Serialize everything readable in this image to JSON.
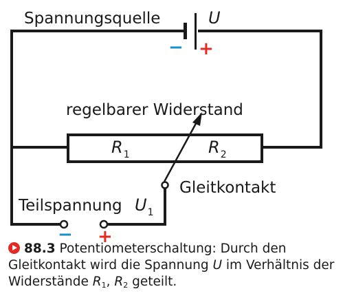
{
  "diagram": {
    "source_label": "Spannungsquelle",
    "source_symbol": "U",
    "minus_sign": "−",
    "plus_sign": "+",
    "resistor_title": "regelbarer Widerstand",
    "r1_symbol": "R",
    "r1_subscript": "1",
    "r2_symbol": "R",
    "r2_subscript": "2",
    "slider_label": "Gleitkontakt",
    "partial_voltage_label": "Teilspannung",
    "partial_voltage_symbol": "U",
    "partial_voltage_subscript": "1",
    "terminal_minus": "−",
    "terminal_plus": "+",
    "colors": {
      "wire": "#1a1a1a",
      "minus": "#1a8fd0",
      "plus": "#e32b24",
      "icon": "#e32b24"
    }
  },
  "caption": {
    "icon": "play-icon",
    "number": "88.3",
    "text_1": "Potentiometerschaltung: Durch den Gleitkontakt wird die Spannung",
    "symbol_u": "U",
    "text_2": "im Verhältnis der Widerstände",
    "r1": "R",
    "r1_sub": "1",
    "separator": ",",
    "r2": "R",
    "r2_sub": "2",
    "text_3": "geteilt."
  }
}
